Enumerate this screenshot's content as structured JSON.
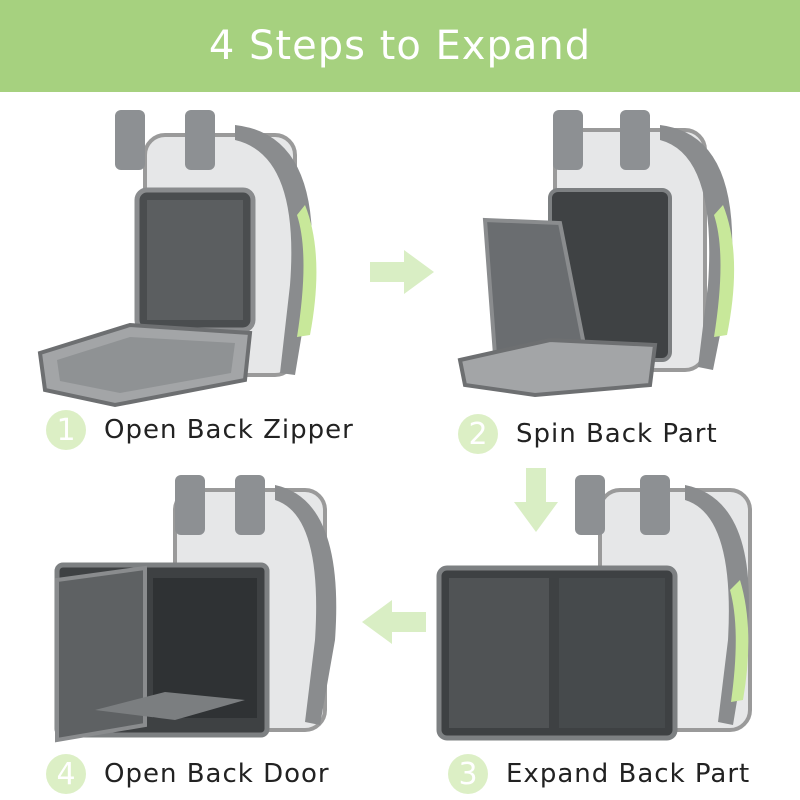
{
  "title": "4 Steps to Expand",
  "colors": {
    "banner": "#a6d17f",
    "arrow": "#d9eec4",
    "number_circle": "#dcefc5",
    "bag_gray": "#9a9a9a",
    "mesh_dark": "#4a4d4f",
    "accent_green": "#c8e89a"
  },
  "steps": [
    {
      "number": "1",
      "label": "Open Back Zipper"
    },
    {
      "number": "2",
      "label": "Spin Back Part"
    },
    {
      "number": "3",
      "label": "Expand Back Part"
    },
    {
      "number": "4",
      "label": "Open Back Door"
    }
  ],
  "arrows": [
    "arrow-right",
    "arrow-down",
    "arrow-left"
  ]
}
